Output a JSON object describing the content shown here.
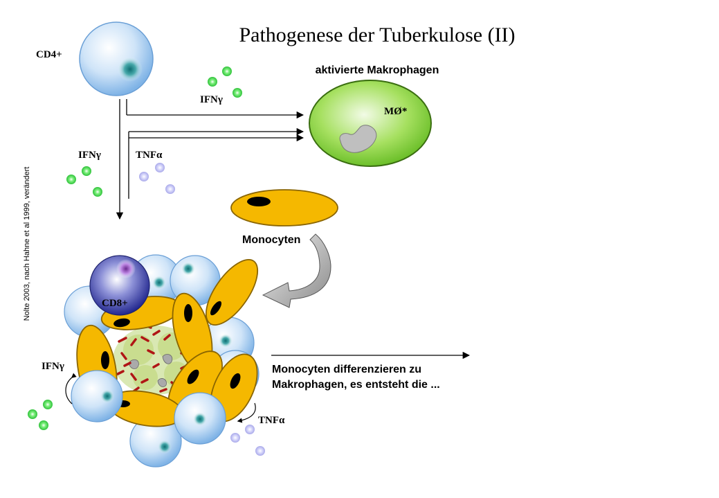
{
  "title": "Pathogenese der Tuberkulose (II)",
  "credit": "Nolte 2003, nach Hahne et al 1999, verändert",
  "labels": {
    "cd4": "CD4+",
    "activated_macrophages": "aktivierte Makrophagen",
    "macrophage_symbol": "MØ*",
    "ifn_gamma_top": "IFNγ",
    "ifn_gamma_left": "IFNγ",
    "tnf_alpha_top": "TNFα",
    "monocytes": "Monocyten",
    "cd8": "CD8+",
    "ifn_gamma_bottom": "IFNγ",
    "tnf_alpha_bottom": "TNFα",
    "differentiation_line1": "Monocyten differenzieren zu",
    "differentiation_line2": "Makrophagen, es entsteht die ..."
  },
  "colors": {
    "lymphocyte": "#a9cdf0",
    "macrophage": "#8fd44a",
    "monocyte": "#f5b800",
    "cd8": "#3a3fa8",
    "ifn_dot": "#3fd94a",
    "tnf_dot": "#b9b9f0",
    "bacteria": "#cc2222"
  }
}
